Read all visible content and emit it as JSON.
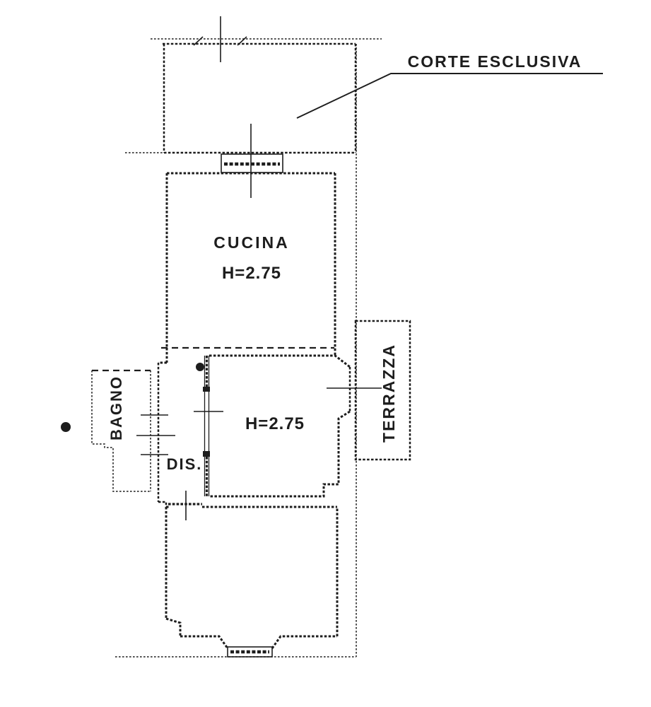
{
  "document": {
    "type": "apartment floor plan scan",
    "background_color": "#ffffff",
    "ink_color": "#1d1d1d"
  },
  "annotation": {
    "courtyard_label": "CORTE ESCLUSIVA"
  },
  "rooms": {
    "cucina": {
      "label": "CUCINA",
      "height_label": "H=2.75"
    },
    "main_room": {
      "height_label": "H=2.75"
    },
    "bagno": {
      "label": "BAGNO"
    },
    "disimpegno": {
      "label": "DIS."
    },
    "terrazza": {
      "label": "TERRAZZA"
    }
  },
  "symbols": {
    "reference_dot_left": "black-dot",
    "reference_dot_inner": "black-dot"
  }
}
